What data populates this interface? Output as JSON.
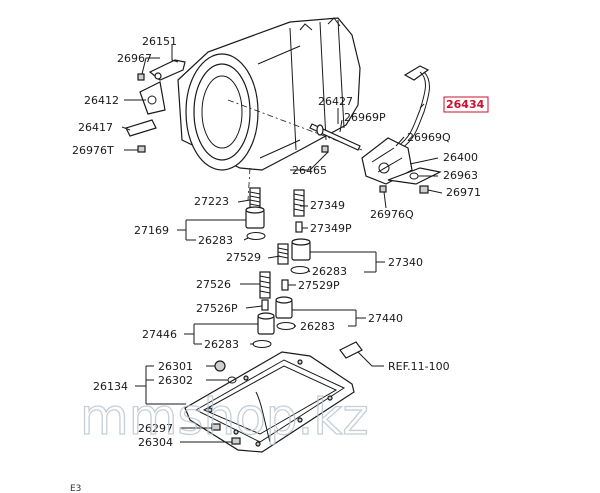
{
  "labels": {
    "p26151": "26151",
    "p26967": "26967",
    "p26412": "26412",
    "p26417": "26417",
    "p26976T": "26976T",
    "p26427": "26427",
    "p26969P": "26969P",
    "p26434": "26434",
    "p26969Q": "26969Q",
    "p26400": "26400",
    "p26963": "26963",
    "p26971": "26971",
    "p26976Q": "26976Q",
    "p26465": "26465",
    "p27223": "27223",
    "p27349": "27349",
    "p27169": "27169",
    "p27349P": "27349P",
    "p26283a": "26283",
    "p27529": "27529",
    "p27340": "27340",
    "p26283b": "26283",
    "p27526": "27526",
    "p27529P": "27529P",
    "p27526P": "27526P",
    "p27440": "27440",
    "p27446": "27446",
    "p26283c": "26283",
    "p26283d": "26283",
    "p26301": "26301",
    "p26134": "26134",
    "p26302": "26302",
    "ref": "REF.11-100",
    "p26297": "26297",
    "p26304": "26304"
  },
  "watermark": "mmshop.kz",
  "footer": "E3",
  "highlight_color": "#c8102e"
}
